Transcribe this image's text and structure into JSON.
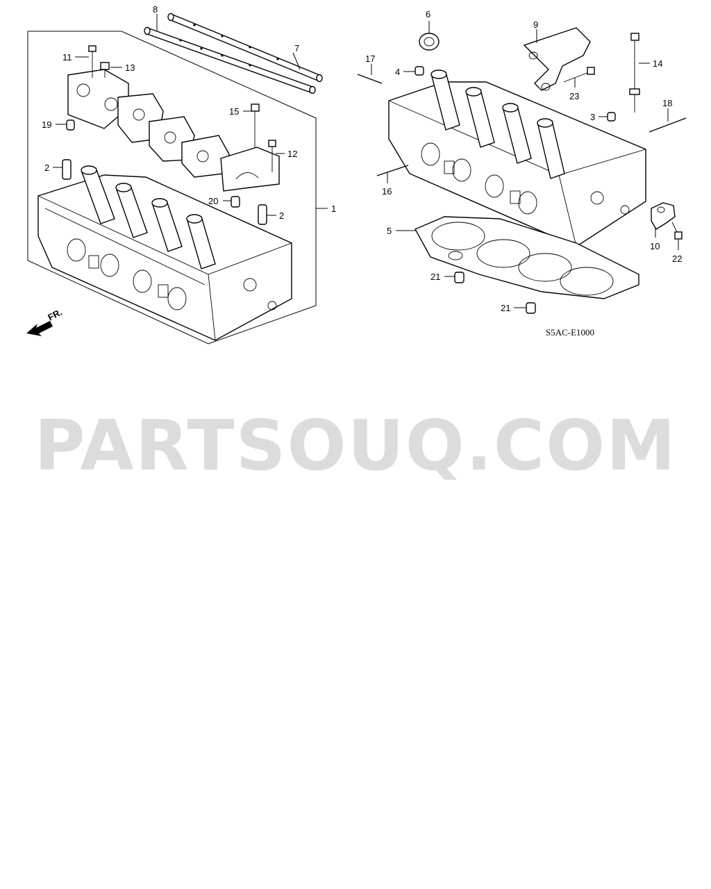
{
  "diagram": {
    "callouts": [
      {
        "id": "c8",
        "label": "8"
      },
      {
        "id": "c7",
        "label": "7"
      },
      {
        "id": "c11",
        "label": "11"
      },
      {
        "id": "c13",
        "label": "13"
      },
      {
        "id": "c19",
        "label": "19"
      },
      {
        "id": "c15",
        "label": "15"
      },
      {
        "id": "c12",
        "label": "12"
      },
      {
        "id": "c2a",
        "label": "2"
      },
      {
        "id": "c20",
        "label": "20"
      },
      {
        "id": "c2b",
        "label": "2"
      },
      {
        "id": "c1",
        "label": "1"
      },
      {
        "id": "c6",
        "label": "6"
      },
      {
        "id": "c9",
        "label": "9"
      },
      {
        "id": "c14",
        "label": "14"
      },
      {
        "id": "c17",
        "label": "17"
      },
      {
        "id": "c4",
        "label": "4"
      },
      {
        "id": "c23",
        "label": "23"
      },
      {
        "id": "c3",
        "label": "3"
      },
      {
        "id": "c18",
        "label": "18"
      },
      {
        "id": "c16",
        "label": "16"
      },
      {
        "id": "c5",
        "label": "5"
      },
      {
        "id": "c10",
        "label": "10"
      },
      {
        "id": "c22",
        "label": "22"
      },
      {
        "id": "c21a",
        "label": "21"
      },
      {
        "id": "c21b",
        "label": "21"
      }
    ],
    "front_marker": "FR.",
    "diagram_code": "S5AC-E1000"
  },
  "watermark": "PARTSOUQ.COM"
}
